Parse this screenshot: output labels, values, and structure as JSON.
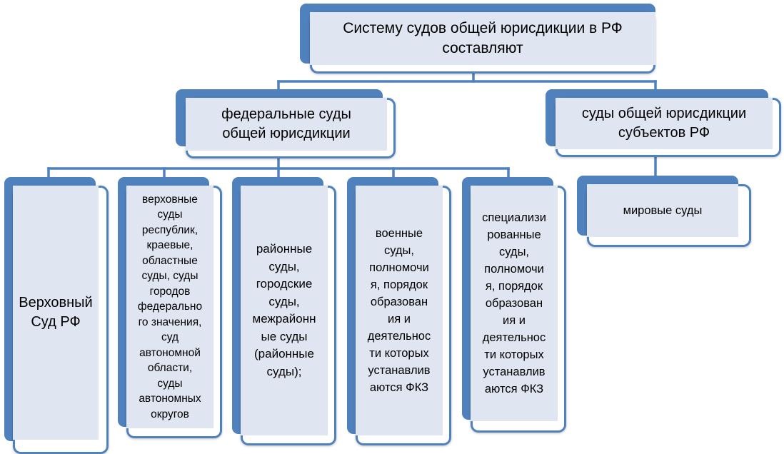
{
  "colors": {
    "accent": "#4f81bd",
    "fill": "#dfe6f1",
    "connector": "#4f81bd"
  },
  "diagram": {
    "root": {
      "line1": "Систему судов общей юрисдикции в РФ",
      "line2": "составляют"
    },
    "federal": {
      "line1": "федеральные суды",
      "line2": "общей юрисдикции"
    },
    "subjects": {
      "line1": "суды общей юрисдикции",
      "line2": "субъектов РФ"
    },
    "supreme": {
      "line1": "Верховный",
      "line2": "Суд  РФ"
    },
    "regional": {
      "lines": [
        "верховные",
        "суды",
        "республик,",
        "краевые,",
        "областные",
        "суды, суды",
        "городов",
        "федерально",
        "го значения,",
        "суд",
        "автономной",
        "области,",
        "суды",
        "автономных",
        "округов"
      ]
    },
    "district": {
      "lines": [
        "районные",
        "суды,",
        "городские",
        "суды,",
        "межрайонн",
        "ые суды",
        "(районные",
        "суды);"
      ]
    },
    "military": {
      "lines": [
        "военные",
        "суды,",
        "полномочи",
        "я, порядок",
        "образован",
        "ия и",
        "деятельнос",
        "ти которых",
        "устанавлив",
        "аются ФКЗ"
      ]
    },
    "specialized": {
      "lines": [
        "специализи",
        "рованные",
        "суды,",
        "полномочи",
        "я, порядок",
        "образован",
        "ия и",
        "деятельнос",
        "ти которых",
        "устанавлив",
        "аются ФКЗ"
      ]
    },
    "magistrates": {
      "label": "мировые суды"
    }
  }
}
